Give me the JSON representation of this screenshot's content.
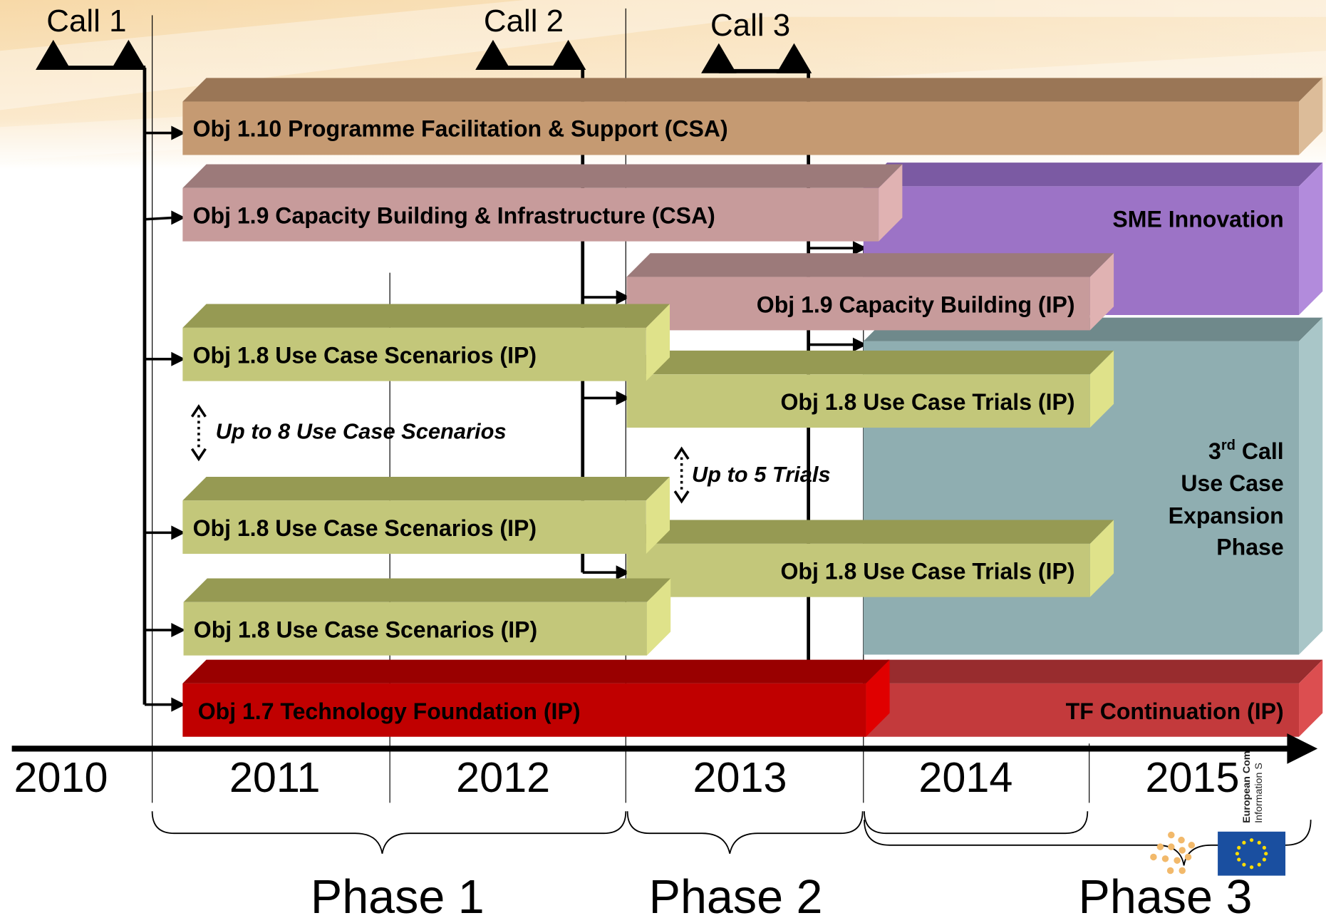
{
  "colors": {
    "csa_facilitation": "#c59a72",
    "csa_capacity": "#c79b9b",
    "sme": "#9c73c6",
    "use_case_ip": "#c3c77a",
    "expansion": "#8faeb1",
    "technology_foundation": "#c00000",
    "tf_continuation": "#c33a3c",
    "timeline": "#000000"
  },
  "calls": [
    {
      "label": "Call 1"
    },
    {
      "label": "Call 2"
    },
    {
      "label": "Call 3"
    }
  ],
  "bars": {
    "obj110": "Obj 1.10 Programme Facilitation & Support (CSA)",
    "obj19_csa": "Obj 1.9 Capacity Building & Infrastructure (CSA)",
    "sme": "SME Innovation",
    "obj19_ip": "Obj 1.9 Capacity Building (IP)",
    "scenarios": "Obj 1.8 Use Case Scenarios (IP)",
    "trials": "Obj 1.8 Use Case Trials (IP)",
    "tf": "Obj 1.7 Technology Foundation (IP)",
    "tf_cont": "TF Continuation (IP)",
    "expansion_sup": "rd",
    "expansion_line1_prefix": "3",
    "expansion_line1_suffix": " Call",
    "expansion_line2": "Use Case",
    "expansion_line3": "Expansion",
    "expansion_line4": "Phase"
  },
  "notes": {
    "scenarios": "Up to 8 Use Case Scenarios",
    "trials": "Up to 5 Trials"
  },
  "years": [
    "2010",
    "2011",
    "2012",
    "2013",
    "2014",
    "2015"
  ],
  "phases": [
    "Phase 1",
    "Phase 2",
    "Phase 3"
  ],
  "logo": {
    "line1": "European Com",
    "line2": "Information S"
  }
}
